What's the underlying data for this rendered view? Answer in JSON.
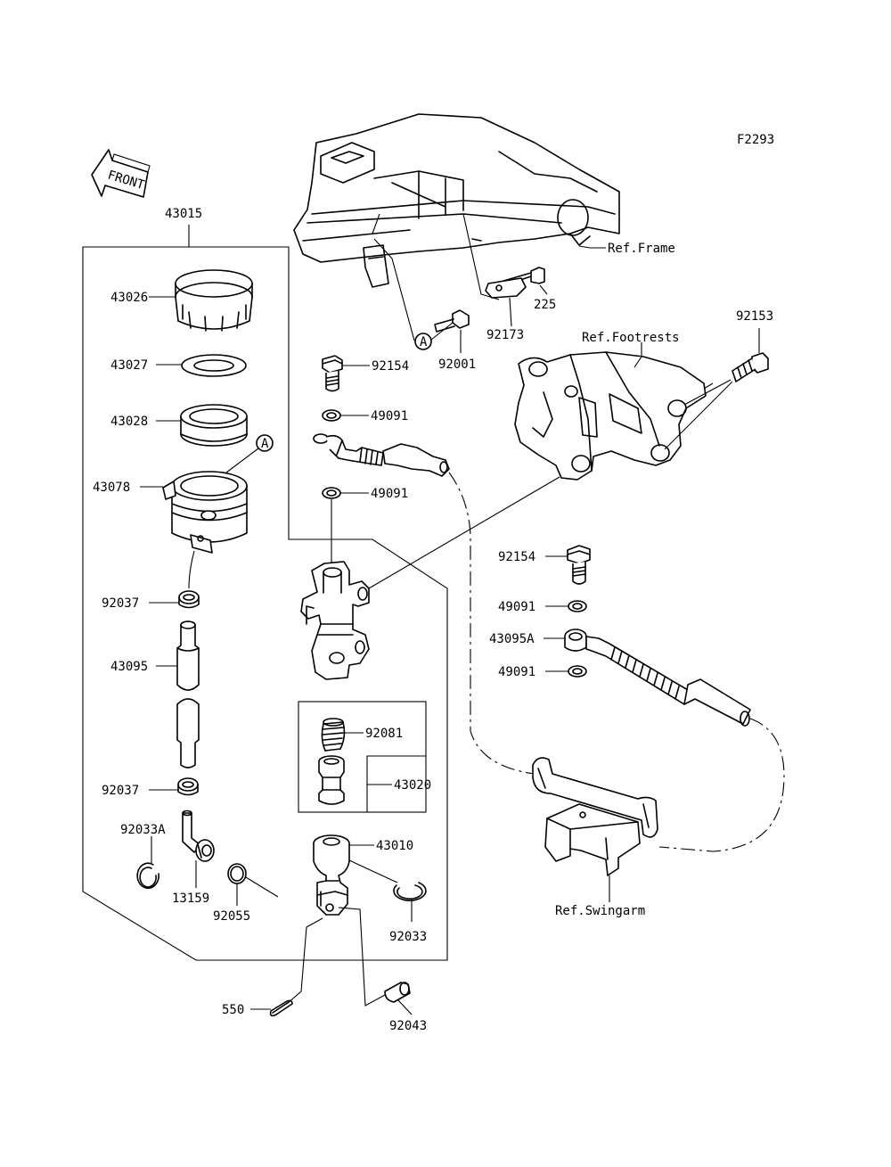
{
  "figure_code": "F2293",
  "front_label": "FRONT",
  "refs": {
    "frame": "Ref.Frame",
    "footrests": "Ref.Footrests",
    "swingarm": "Ref.Swingarm"
  },
  "marker": "A",
  "parts": {
    "p43015": "43015",
    "p43026": "43026",
    "p43027": "43027",
    "p43028": "43028",
    "p43078": "43078",
    "p92037_top": "92037",
    "p43095": "43095",
    "p92037_bot": "92037",
    "p92033A": "92033A",
    "p13159": "13159",
    "p92055": "92055",
    "p225": "225",
    "p92173": "92173",
    "p92001": "92001",
    "p92154_top": "92154",
    "p49091_a": "49091",
    "p49091_b": "49091",
    "p92153": "92153",
    "p92154_right": "92154",
    "p49091_c": "49091",
    "p43095A": "43095A",
    "p49091_d": "49091",
    "p92081": "92081",
    "p43020": "43020",
    "p43010": "43010",
    "p92033": "92033",
    "p550": "550",
    "p92043": "92043"
  }
}
